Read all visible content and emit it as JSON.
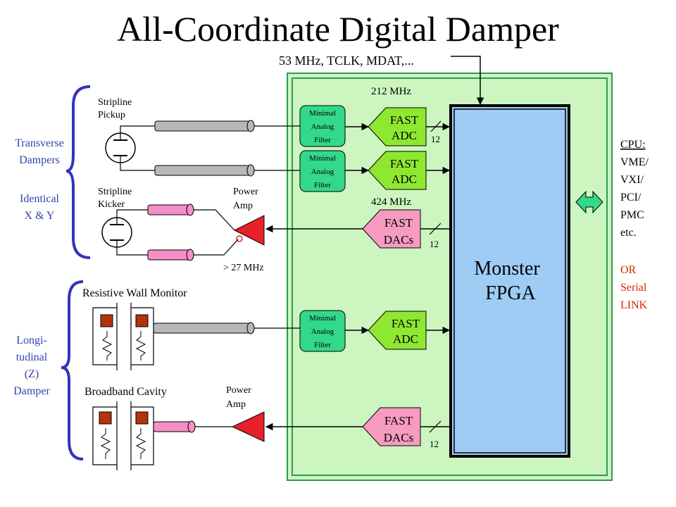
{
  "title": "All-Coordinate Digital Damper",
  "clock_label": "53 MHz, TCLK, MDAT,...",
  "freq_adc": "212 MHz",
  "freq_dac": "424 MHz",
  "bits_label": "12",
  "filter_label": [
    "Minimal",
    "Analog",
    "Filter"
  ],
  "adc_label": [
    "FAST",
    "ADC"
  ],
  "dac_label": [
    "FAST",
    "DACs"
  ],
  "fpga_label": [
    "Monster",
    "FPGA"
  ],
  "power_amp_label": [
    "Power",
    "Amp"
  ],
  "stripline_pickup": [
    "Stripline",
    "Pickup"
  ],
  "stripline_kicker": [
    "Stripline",
    "Kicker"
  ],
  "freq_amp": "> 27 MHz",
  "rwm_label": "Resistive Wall Monitor",
  "cavity_label": "Broadband Cavity",
  "transverse_label": [
    "Transverse",
    "Dampers"
  ],
  "identical_label": [
    "Identical",
    "X & Y"
  ],
  "longitudinal_label": [
    "Longi-",
    "tudinal",
    "(Z)",
    "Damper"
  ],
  "cpu_label": [
    "CPU:",
    "VME/",
    "VXI/",
    "PCI/",
    "PMC",
    "etc."
  ],
  "serial_label": [
    "OR",
    "Serial",
    "LINK"
  ],
  "colors": {
    "board": "#ccf5c0",
    "board_border": "#2e9a52",
    "fpga": "#9fccf5",
    "filter": "#33d98a",
    "adc": "#8fe830",
    "dac": "#f79bc0",
    "amp": "#e8202a",
    "cable_gray": "#b8b8b8",
    "cable_pink": "#f58fc8",
    "bracket_blue": "#3333bb",
    "label_blue": "#3344aa",
    "serial_red": "#dd2200",
    "electrode": "#b3330d",
    "cpu_arrow": "#33d98a"
  }
}
